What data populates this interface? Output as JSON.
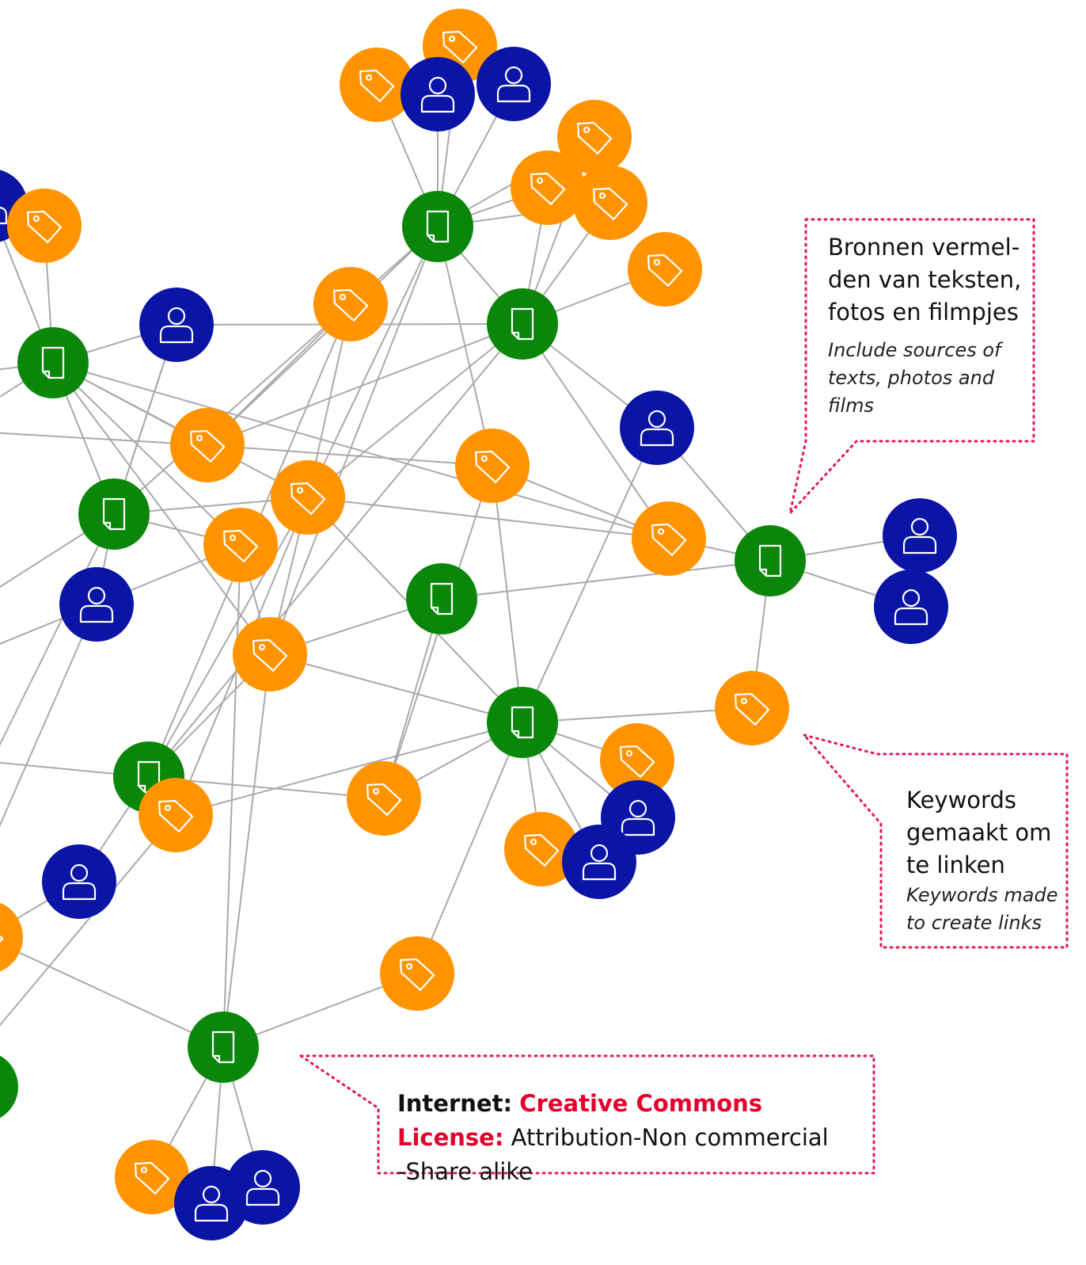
{
  "annotations": {
    "sources": {
      "title": "Bronnen vermel-den van teksten, fotos en filmpjes",
      "title_lines": [
        "Bronnen vermel-",
        "den van teksten,",
        "fotos en filmpjes"
      ],
      "subtitle_lines": [
        "Include sources of",
        "texts, photos and",
        "films"
      ]
    },
    "keywords": {
      "title_lines": [
        "Keywords",
        "gemaakt om",
        "te linken"
      ],
      "subtitle_lines": [
        "Keywords made",
        "to create links"
      ]
    },
    "license": {
      "internet_label": "Internet:",
      "internet_value": "Creative Commons",
      "license_label": "License:",
      "license_value": "Attribution-Non commercial",
      "license_value_2": "-Share alike"
    }
  },
  "colors": {
    "document": "#0a870a",
    "keyword": "#ff9400",
    "person": "#0a14a5",
    "edge": "#aaaaaa",
    "callout": "#e4174f",
    "red_text": "#e4002b"
  },
  "legend_icons": {
    "document": "document-icon",
    "keyword": "tag-icon",
    "person": "person-icon"
  }
}
